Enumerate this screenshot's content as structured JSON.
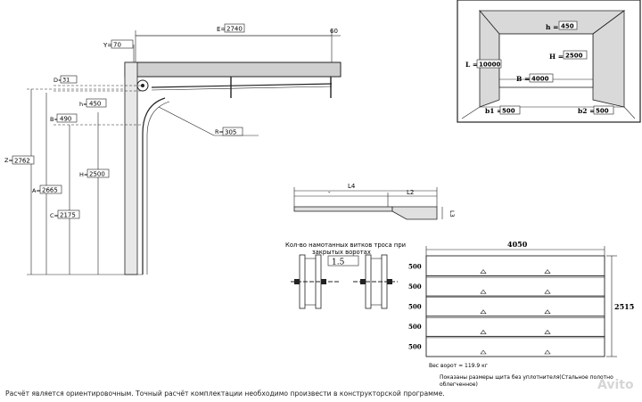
{
  "section": {
    "E": "2740",
    "top_offset": "60",
    "Y": "70",
    "D": "31",
    "h": "450",
    "B": "490",
    "Z": "2762",
    "A": "2665",
    "H": "2500",
    "C": "2175",
    "R": "305",
    "letters": {
      "E": "E=",
      "Y": "Y=",
      "D": "D=",
      "h": "h=",
      "B": "B=",
      "Z": "Z=",
      "A": "A=",
      "H": "H=",
      "C": "C=",
      "R": "R="
    }
  },
  "front": {
    "h_label": "h =",
    "h": "450",
    "H_label": "H =",
    "H": "2500",
    "L_label": "L =",
    "L": "10000",
    "B_label": "B =",
    "B": "4000",
    "b1_label": "b1 =",
    "b1": "500",
    "b2_label": "b2 =",
    "b2": "500"
  },
  "rail": {
    "L4": "L4",
    "dash": "-",
    "L2": "L2",
    "L3": "L3"
  },
  "spring": {
    "caption_line1": "Кол-во намотанных витков троса при",
    "caption_line2": "закрытых воротах",
    "turns": "1.5"
  },
  "panel": {
    "width": "4050",
    "height": "2515",
    "sections": [
      "500",
      "500",
      "500",
      "500",
      "500"
    ],
    "weight": "Вес ворот ≈ 119.9 кг",
    "note_line1": "Показаны размеры щита без уплотнителя(Стальное полотно",
    "note_line2": "облегченное)"
  },
  "watermark": "Avito",
  "footer": "Расчёт является ориентировочным. Точный расчёт комплектации необходимо произвести в конструкторской программе."
}
